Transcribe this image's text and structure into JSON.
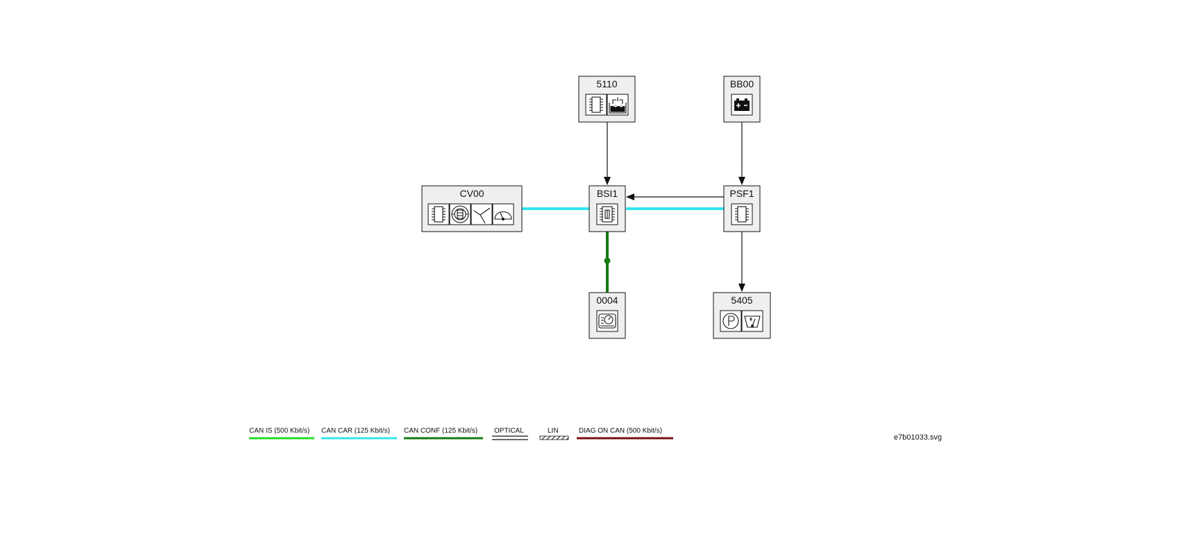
{
  "nodes": {
    "n5110": {
      "label": "5110",
      "icons": [
        "ecu-chip-icon",
        "coolant-level-icon"
      ]
    },
    "bb00": {
      "label": "BB00",
      "icons": [
        "battery-icon"
      ]
    },
    "cv00": {
      "label": "CV00",
      "icons": [
        "ecu-chip-icon",
        "switch-module-icon",
        "steering-angle-icon",
        "wiper-icon"
      ]
    },
    "bsi1": {
      "label": "BSI1",
      "icons": [
        "fuse-box-icon"
      ]
    },
    "psf1": {
      "label": "PSF1",
      "icons": [
        "ecu-chip-icon"
      ]
    },
    "n0004": {
      "label": "0004",
      "icons": [
        "instrument-panel-icon"
      ]
    },
    "n5405": {
      "label": "5405",
      "icons": [
        "parking-brake-icon",
        "rain-sensor-icon"
      ]
    }
  },
  "legend": [
    {
      "label": "CAN IS (500 Kbit/s)",
      "color": "#22dd22",
      "style": "solid"
    },
    {
      "label": "CAN CAR (125 Kbit/s)",
      "color": "#33e6f0",
      "style": "solid"
    },
    {
      "label": "CAN CONF (125 Kbit/s)",
      "color": "#117a11",
      "style": "solid"
    },
    {
      "label": "OPTICAL",
      "color": "#111111",
      "style": "double"
    },
    {
      "label": "LIN",
      "color": "#111111",
      "style": "hatched"
    },
    {
      "label": "DIAG ON CAN  (500 Kbit/s)",
      "color": "#7a0e0e",
      "style": "solid"
    }
  ],
  "file_name": "e7b01033.svg",
  "colors": {
    "can_car": "#33e6f0",
    "can_conf": "#117a11",
    "wire": "#111111",
    "box_fill": "#efefef"
  }
}
